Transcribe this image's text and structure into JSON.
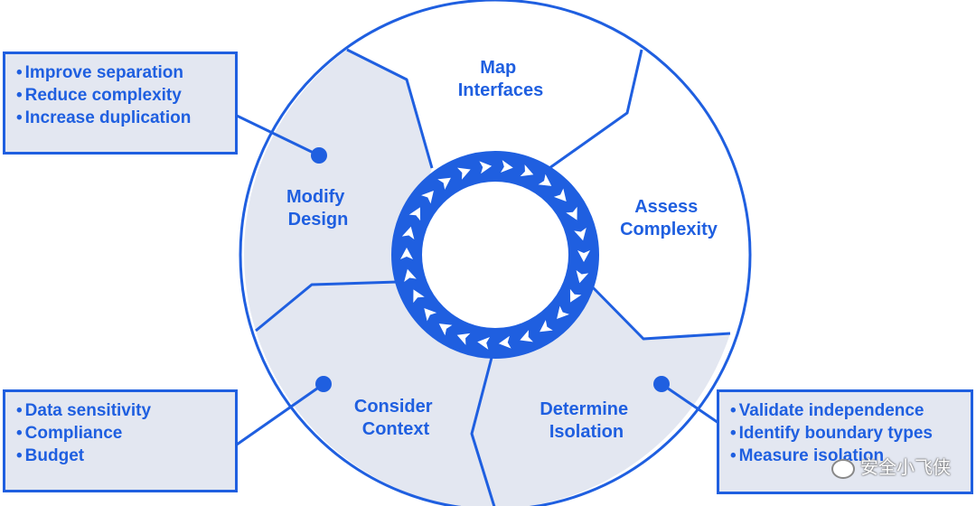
{
  "segments": {
    "map_interfaces": [
      "Map",
      "Interfaces"
    ],
    "assess_complexity": [
      "Assess",
      "Complexity"
    ],
    "determine_isolation": [
      "Determine",
      "Isolation"
    ],
    "consider_context": [
      "Consider",
      "Context"
    ],
    "modify_design": [
      "Modify",
      "Design"
    ]
  },
  "callouts": {
    "modify_design": [
      "Improve separation",
      "Reduce complexity",
      "Increase duplication"
    ],
    "consider_context": [
      "Data sensitivity",
      "Compliance",
      "Budget"
    ],
    "determine_isolation": [
      "Validate independence",
      "Identify boundary types",
      "Measure isolation"
    ]
  },
  "watermark": "安全小飞侠",
  "colors": {
    "accent": "#1f5fe0",
    "shaded_fill": "#e3e7f1",
    "background": "#ffffff"
  }
}
